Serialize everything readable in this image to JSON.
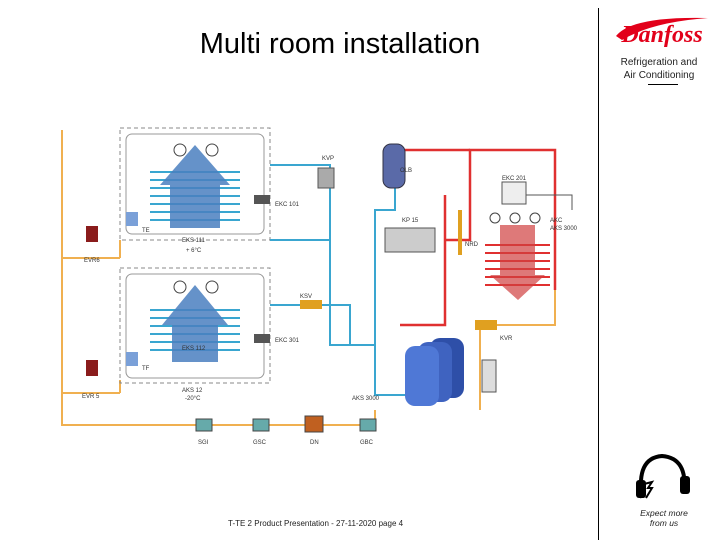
{
  "slide": {
    "title": "Multi room installation",
    "footer": "T-TE 2 Product Presentation - 27-11-2020 page 4"
  },
  "brand": {
    "logo_text": "Danfoss",
    "tagline_line1": "Refrigeration and",
    "tagline_line2": "Air Conditioning",
    "slogan_line1": "Expect more",
    "slogan_line2": "from us",
    "colors": {
      "logo": "#e2001a",
      "hot_line": "#e03030",
      "liquid_line": "#f0b050",
      "suction_line": "#3aa6d0",
      "frame": "#888888"
    }
  },
  "diagram": {
    "labels": {
      "kvp": "KVP",
      "olb": "OLB",
      "ekc101": "EKC 101",
      "te": "TE",
      "evr6": "EVR6",
      "eks111": "EKS 111",
      "room1_temp": "+ 6°C",
      "ekc201": "EKC 201",
      "kp15": "KP 15",
      "nrd": "NRD",
      "akc": "AKC",
      "aks3000": "AKS 3000",
      "ksv": "KSV",
      "ekc301": "EKC 301",
      "eks112": "EKS 112",
      "tf": "TF",
      "evr5": "EVR 5",
      "aks12": "AKS 12",
      "room2_temp": "-20°C",
      "kvr": "KVR",
      "aks3000b": "AKS 3000",
      "sgi": "SGI",
      "gsc": "GSC",
      "dn": "DN",
      "gbc": "GBC"
    }
  }
}
